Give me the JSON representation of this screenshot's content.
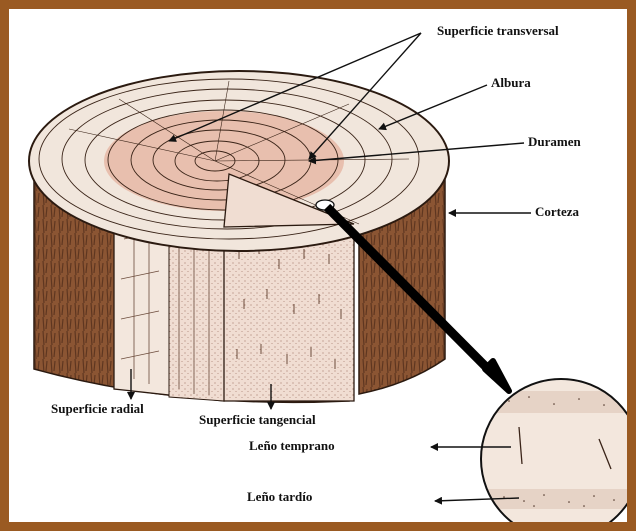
{
  "labels": {
    "transverse_surface": "Superficie transversal",
    "sapwood": "Albura",
    "heartwood": "Duramen",
    "bark": "Corteza",
    "radial_surface": "Superficie radial",
    "tangential_surface": "Superficie tangencial",
    "earlywood": "Leño temprano",
    "latewood": "Leño tardío"
  },
  "colors": {
    "frame": "#9a5a22",
    "bark": "#8b5533",
    "bark_dark": "#5e3620",
    "sapwood": "#f1e6dc",
    "heartwood": "#e8bfae",
    "cut_face": "#f0ddd2"
  }
}
